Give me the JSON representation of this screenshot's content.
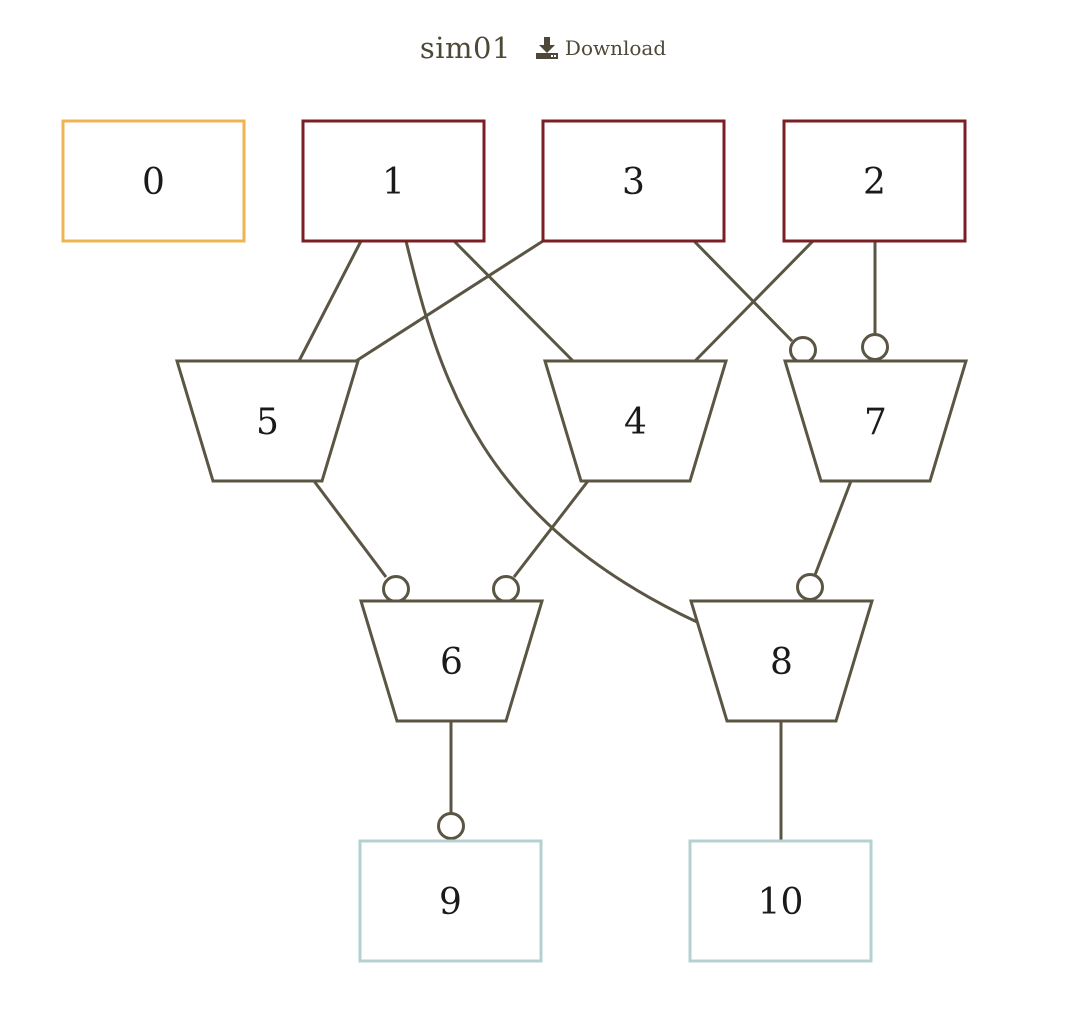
{
  "header": {
    "title": "sim01",
    "download_label": "Download",
    "download_icon": "download-icon"
  },
  "colors": {
    "stroke": "#5b5543",
    "input_node": "#7a1f24",
    "unused_node": "#efb451",
    "output_node": "#b6d0d1",
    "background": "#ffffff"
  },
  "diagram": {
    "nodes": [
      {
        "id": "0",
        "label": "0",
        "kind": "unused-input",
        "shape": "box"
      },
      {
        "id": "1",
        "label": "1",
        "kind": "input",
        "shape": "box"
      },
      {
        "id": "3",
        "label": "3",
        "kind": "input",
        "shape": "box"
      },
      {
        "id": "2",
        "label": "2",
        "kind": "input",
        "shape": "box"
      },
      {
        "id": "5",
        "label": "5",
        "kind": "gate",
        "shape": "trapezoid"
      },
      {
        "id": "4",
        "label": "4",
        "kind": "gate",
        "shape": "trapezoid"
      },
      {
        "id": "7",
        "label": "7",
        "kind": "gate",
        "shape": "trapezoid"
      },
      {
        "id": "6",
        "label": "6",
        "kind": "gate",
        "shape": "trapezoid"
      },
      {
        "id": "8",
        "label": "8",
        "kind": "gate",
        "shape": "trapezoid"
      },
      {
        "id": "9",
        "label": "9",
        "kind": "output",
        "shape": "box"
      },
      {
        "id": "10",
        "label": "10",
        "kind": "output",
        "shape": "box"
      }
    ],
    "edges": [
      {
        "from": "1",
        "to": "5",
        "inverted": false
      },
      {
        "from": "3",
        "to": "5",
        "inverted": false
      },
      {
        "from": "1",
        "to": "4",
        "inverted": false
      },
      {
        "from": "2",
        "to": "4",
        "inverted": false
      },
      {
        "from": "3",
        "to": "7",
        "inverted": true
      },
      {
        "from": "2",
        "to": "7",
        "inverted": true
      },
      {
        "from": "1",
        "to": "8",
        "inverted": false
      },
      {
        "from": "5",
        "to": "6",
        "inverted": true
      },
      {
        "from": "4",
        "to": "6",
        "inverted": true
      },
      {
        "from": "7",
        "to": "8",
        "inverted": true
      },
      {
        "from": "6",
        "to": "9",
        "inverted": true
      },
      {
        "from": "8",
        "to": "10",
        "inverted": false
      }
    ]
  }
}
